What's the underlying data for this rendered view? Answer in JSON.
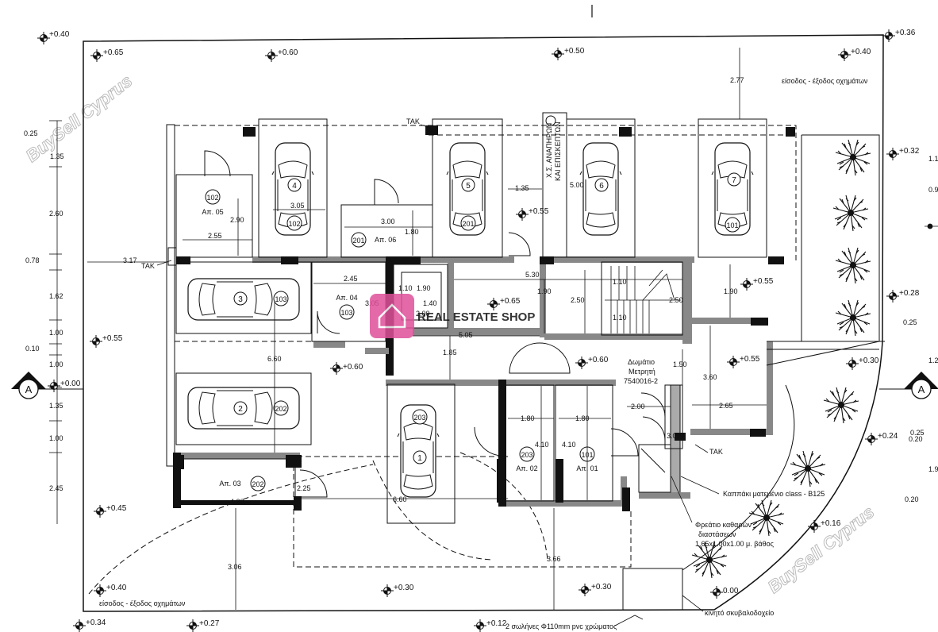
{
  "levels": {
    "l1": "+0.40",
    "l2": "+0.65",
    "l3": "+0.60",
    "l4": "+0.50",
    "l5": "+0.40",
    "l6": "+0.36",
    "l7": "+0.32",
    "l8": "+0.55",
    "l9": "+0.28",
    "l10": "+0.55",
    "l11": "+0.60",
    "l12": "+0.60",
    "l13": "+0.55",
    "l14": "+0.30",
    "l15": "+0.00",
    "l16": "+0.24",
    "l17": "+0.45",
    "l18": "+0.16",
    "l19": "+0.40",
    "l20": "+0.30",
    "l21": "+0.30",
    "l22": "0.00",
    "l23": "+0.34",
    "l24": "+0.27",
    "l25": "+0.12",
    "l26": "+0.55",
    "l27": "+0.65"
  },
  "dims": {
    "d_277": "2.77",
    "d_025": "0.25",
    "d_135a": "1.35",
    "d_260": "2.60",
    "d_078": "0.78",
    "d_162": "1.62",
    "d_100a": "1.00",
    "d_010": "0.10",
    "d_100b": "1.00",
    "d_135b": "1.35",
    "d_100c": "1.00",
    "d_245": "2.45",
    "d_317": "3.17",
    "d_290": "2.90",
    "d_255": "2.55",
    "d_305a": "3.05",
    "d_300": "3.00",
    "d_180a": "1.80",
    "d_135c": "1.35",
    "d_500": "5.00",
    "d_245b": "2.45",
    "d_305b": "3.05",
    "d_110a": "1.10",
    "d_190a": "1.90",
    "d_140": "1.40",
    "d_200a": "2.00",
    "d_530": "5.30",
    "d_190b": "1.90",
    "d_250a": "2.50",
    "d_110b": "1.10",
    "d_250b": "2.50",
    "d_110c": "1.10",
    "d_190c": "1.90",
    "d_505": "5.05",
    "d_185": "1.85",
    "d_660": "6.60",
    "d_150": "1.50",
    "d_360": "3.60",
    "d_265": "2.65",
    "d_200b": "2.00",
    "d_180b": "1.80",
    "d_180c": "1.80",
    "d_410a": "4.10",
    "d_410b": "4.10",
    "d_300b": "3.00",
    "d_420": "4.20",
    "d_225": "2.25",
    "d_660b": "6.60",
    "d_306": "3.06",
    "d_366": "3.66",
    "r_11": "1.1",
    "r_09": "0.9",
    "r_12": "1.2",
    "r_025": "0.25",
    "r_020a": "0.20",
    "r_19": "1.9",
    "r_020b": "0.20",
    "r_025b": "0.25"
  },
  "labels": {
    "entry_top": "είσοδος - έξοδος οχημάτων",
    "entry_bottom": "είσοδος - έξοδος οχημάτων",
    "tak1": "TAK",
    "tak2": "TAK",
    "tak3": "TAK",
    "substation_1": "Χ.Σ. ΑΝΑΠΗΡΩΝ",
    "substation_2": "ΚΑΙ ΕΠΙΣΚΕΠΤΩΝ",
    "meter_1": "Δωμάτιο",
    "meter_2": "Μετρητή",
    "meter_3": "7540016-2",
    "manhole": "Καππάκι ματεμένιο class - B125",
    "pit_1": "Φρεάτιο καθαρών",
    "pit_2": "διαστάσεων",
    "pit_3": "1.65x1.00x1.00 μ. βάθος",
    "bin": "κινητό σκυβαλοδοχείο",
    "pipe": "2 σωλήνες Φ110mm pvc χρώματος",
    "section_left": "A",
    "section_right": "A",
    "watermark_1": "BuySell Cyprus",
    "watermark_2": "BuySell Cyprus",
    "center_logo_text": "REAL ESTATE SHOP"
  },
  "parking": {
    "p4": "4",
    "p5": "5",
    "p6": "6",
    "p7": "7",
    "p3": "3",
    "p2": "2",
    "p1": "1",
    "c102a": "102",
    "c201a": "201",
    "c101a": "101",
    "c103a": "103",
    "c202a": "202",
    "c203a": "203"
  },
  "units": {
    "u102": "102",
    "apt05": "Απ. 05",
    "u201": "201",
    "apt06": "Απ. 06",
    "u103": "103",
    "apt04": "Απ. 04",
    "u202": "202",
    "apt03": "Απ. 03",
    "u203": "203",
    "apt02": "Απ. 02",
    "u101": "101",
    "apt01": "Απ. 01"
  },
  "colors": {
    "ink": "#111111",
    "wall": "#777777",
    "watermark": "#bbbbbb",
    "logo": "#e0509a"
  }
}
